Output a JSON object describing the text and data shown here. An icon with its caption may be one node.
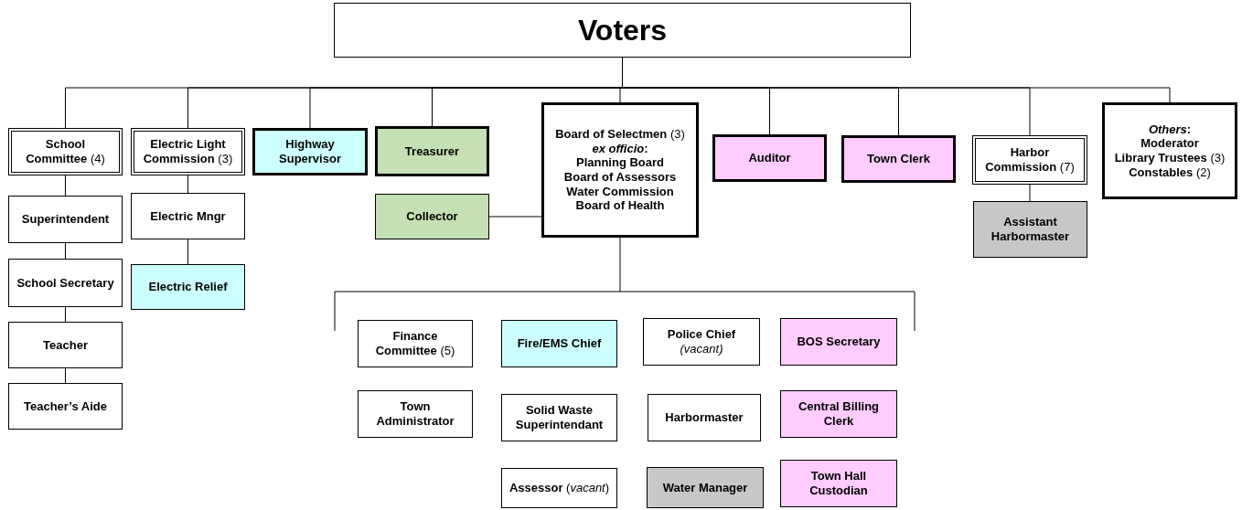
{
  "diagram": {
    "nodes": [
      {
        "text": [
          "Voters"
        ]
      },
      {
        "text": [
          "**School Committee** (4)"
        ]
      },
      {
        "text": [
          "**Electric Light Commission** (3)"
        ]
      },
      {
        "text": [
          "Highway Supervisor"
        ]
      },
      {
        "text": [
          "Treasurer"
        ]
      },
      {
        "text": [
          "**Board of Selectmen** (3)",
          "*ex officio*:",
          "**Planning Board**",
          "**Board of Assessors**",
          "**Water Commission**",
          "**Board of Health**"
        ]
      },
      {
        "text": [
          "Auditor"
        ]
      },
      {
        "text": [
          "Town Clerk"
        ]
      },
      {
        "text": [
          "**Harbor Commission** (7)"
        ]
      },
      {
        "text": [
          "*Others*:",
          "Moderator",
          "**Library Trustees** (3)",
          "**Constables** (2)"
        ]
      },
      {
        "text": [
          "Superintendent"
        ]
      },
      {
        "text": [
          "School Secretary"
        ]
      },
      {
        "text": [
          "Teacher"
        ]
      },
      {
        "text": [
          "Teacher’s Aide"
        ]
      },
      {
        "text": [
          "Electric Mngr"
        ]
      },
      {
        "text": [
          "Electric Relief"
        ]
      },
      {
        "text": [
          "Collector"
        ]
      },
      {
        "text": [
          "Assistant Harbormaster"
        ]
      },
      {
        "text": [
          "**Finance Committee** (5)"
        ]
      },
      {
        "text": [
          "Fire/EMS Chief"
        ]
      },
      {
        "text": [
          "**Police Chief** *(vacant)*"
        ]
      },
      {
        "text": [
          "BOS Secretary"
        ]
      },
      {
        "text": [
          "Town Administrator"
        ]
      },
      {
        "text": [
          "Solid Waste Superintendant"
        ]
      },
      {
        "text": [
          "Harbormaster"
        ]
      },
      {
        "text": [
          "Central Billing Clerk"
        ]
      },
      {
        "text": [
          "**Assessor** (*vacant*)"
        ]
      },
      {
        "text": [
          "Water Manager"
        ]
      },
      {
        "text": [
          "Town Hall Custodian"
        ]
      }
    ],
    "edges": [
      {
        "from": 0,
        "to": 1,
        "arrow": "none"
      },
      {
        "from": 0,
        "to": 2,
        "arrow": "none"
      },
      {
        "from": 0,
        "to": 3,
        "arrow": "none"
      },
      {
        "from": 0,
        "to": 4,
        "arrow": "none"
      },
      {
        "from": 0,
        "to": 5,
        "arrow": "none"
      },
      {
        "from": 0,
        "to": 6,
        "arrow": "none"
      },
      {
        "from": 0,
        "to": 7,
        "arrow": "none"
      },
      {
        "from": 0,
        "to": 8,
        "arrow": "none"
      },
      {
        "from": 0,
        "to": 9,
        "arrow": "none"
      },
      {
        "from": 1,
        "to": 10,
        "arrow": "none"
      },
      {
        "from": 10,
        "to": 11,
        "arrow": "none"
      },
      {
        "from": 11,
        "to": 12,
        "arrow": "none"
      },
      {
        "from": 12,
        "to": 13,
        "arrow": "none"
      },
      {
        "from": 2,
        "to": 14,
        "arrow": "none"
      },
      {
        "from": 14,
        "to": 15,
        "arrow": "none"
      },
      {
        "from": 5,
        "to": 16,
        "arrow": "none"
      },
      {
        "from": 8,
        "to": 17,
        "arrow": "none"
      },
      {
        "from": 5,
        "to": null,
        "arrow": "none"
      }
    ]
  }
}
